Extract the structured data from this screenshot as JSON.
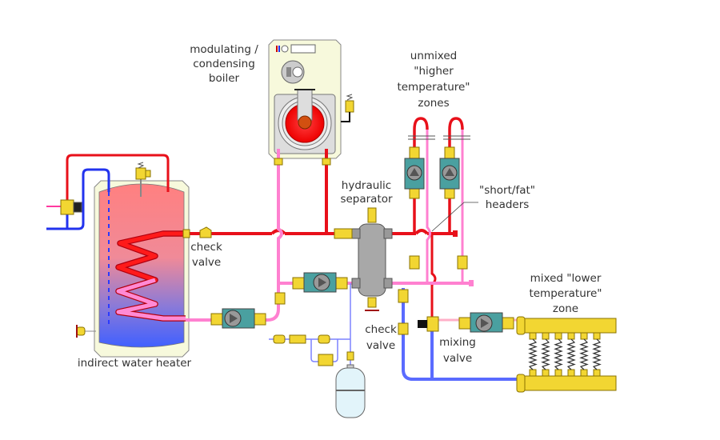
{
  "title": "Hydronic piping diagram with hydraulic separator",
  "colors": {
    "supply": "#e8101a",
    "return": "#ff80d0",
    "cold": "#3b5bff",
    "expansion_line": "#7c82ff",
    "brass": "#f2d632",
    "brass_edge": "#8a7300",
    "separator": "#a8a8a8",
    "cabinet": "#f7f9dc"
  },
  "labels": {
    "boiler": [
      "modulating /",
      "condensing",
      "boiler"
    ],
    "unmixed_zones": [
      "unmixed",
      "\"higher",
      "temperature\"",
      "zones"
    ],
    "separator": [
      "hydraulic",
      "separator"
    ],
    "headers": [
      "\"short/fat\"",
      "headers"
    ],
    "check_valve_top": [
      "check",
      "valve"
    ],
    "check_valve_bottom": [
      "check",
      "valve"
    ],
    "mixed_zone": [
      "mixed \"lower",
      "temperature\"",
      "zone"
    ],
    "mixing_valve": [
      "mixing",
      "valve"
    ],
    "water_heater": "indirect water heater"
  },
  "components": {
    "boiler": "modulating-condensing-boiler",
    "water_heater": "indirect-water-heater",
    "separator": "hydraulic-separator",
    "expansion_tank": "expansion-tank",
    "manifold_loops": 6,
    "zone_circulators": 2
  }
}
